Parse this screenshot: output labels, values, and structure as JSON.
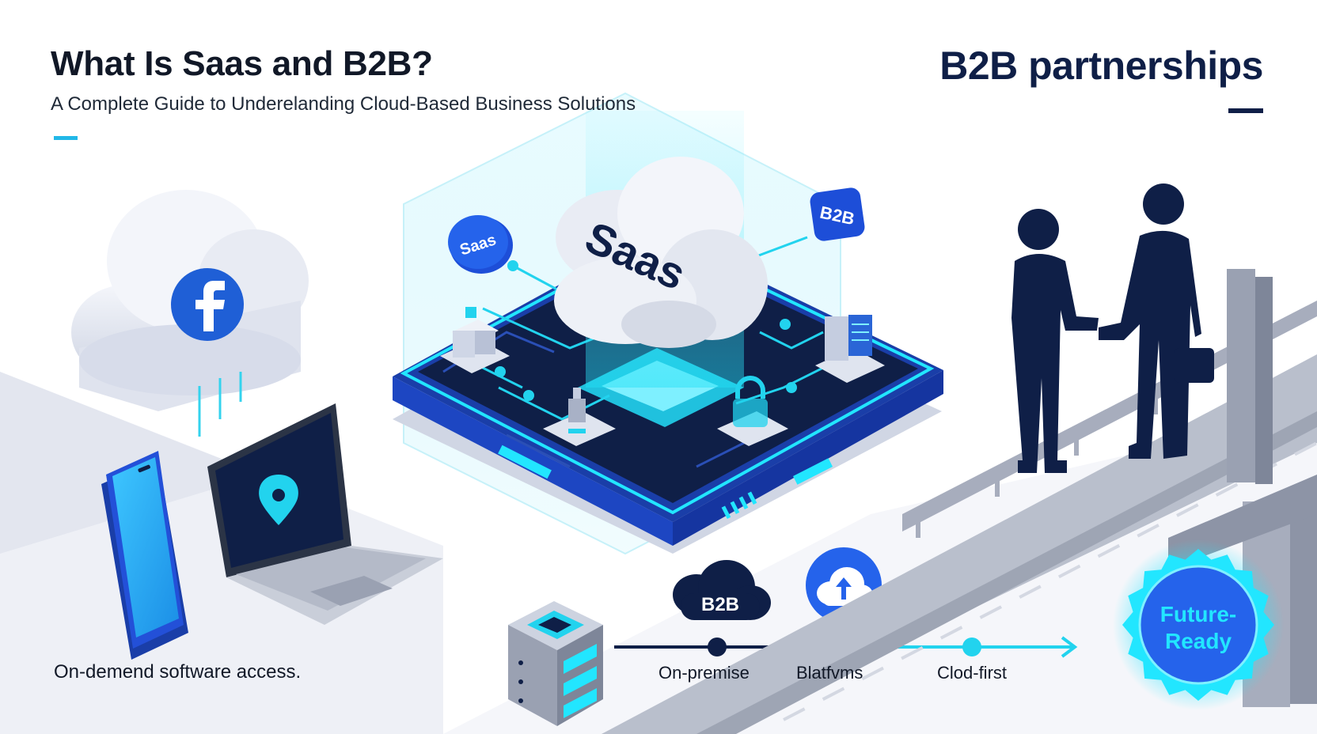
{
  "header": {
    "title": "What Is Saas and B2B?",
    "subtitle": "A Complete Guide to Underelanding Cloud-Based Business Solutions"
  },
  "right_heading": "B2B partnerships",
  "left_caption": "On-demend software access.",
  "platform": {
    "cloud_label": "Saas",
    "saas_badge": "Saas",
    "b2b_badge": "B2B"
  },
  "timeline": {
    "cloud_badge": "B2B",
    "stages": [
      "On-premise",
      "Blatfvms",
      "Clod-first"
    ]
  },
  "seal": {
    "line1": "Future-",
    "line2": "Ready"
  },
  "colors": {
    "navy": "#0f1f47",
    "accent_cyan": "#22d3ee",
    "accent_blue": "#1d4ed8",
    "bridge_gray": "#a7adbd"
  },
  "icons": [
    "facebook-icon",
    "location-pin-icon",
    "lock-icon",
    "cloud-upload-icon",
    "server-icon"
  ]
}
